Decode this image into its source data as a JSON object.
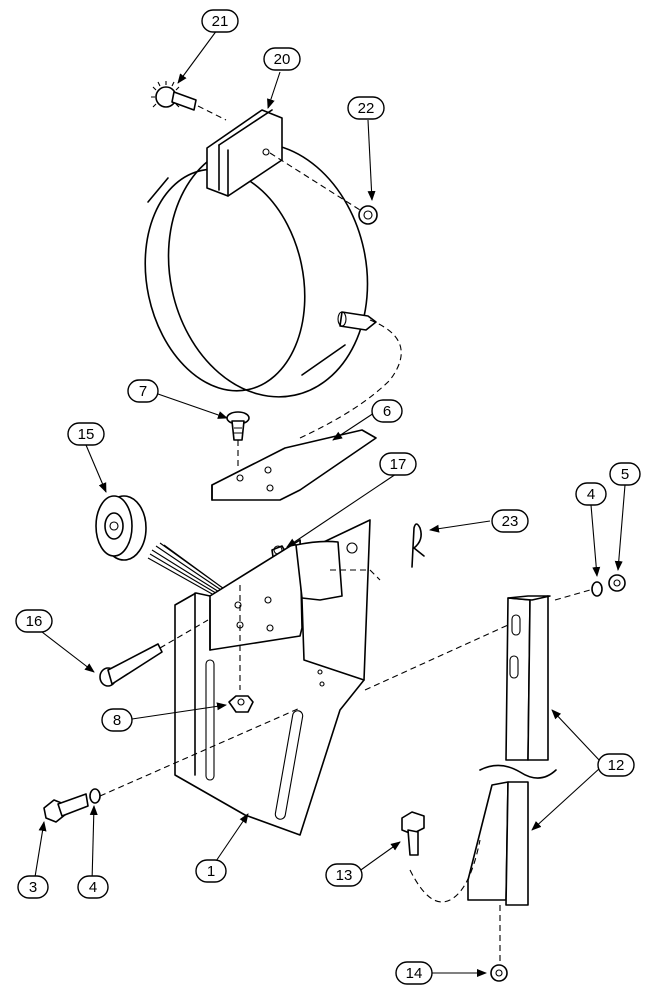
{
  "diagram": {
    "callouts": [
      {
        "id": "c21",
        "label": "21"
      },
      {
        "id": "c20",
        "label": "20"
      },
      {
        "id": "c22",
        "label": "22"
      },
      {
        "id": "c7",
        "label": "7"
      },
      {
        "id": "c6",
        "label": "6"
      },
      {
        "id": "c15",
        "label": "15"
      },
      {
        "id": "c17",
        "label": "17"
      },
      {
        "id": "c23",
        "label": "23"
      },
      {
        "id": "c4a",
        "label": "4"
      },
      {
        "id": "c5",
        "label": "5"
      },
      {
        "id": "c16",
        "label": "16"
      },
      {
        "id": "c8",
        "label": "8"
      },
      {
        "id": "c12",
        "label": "12"
      },
      {
        "id": "c3",
        "label": "3"
      },
      {
        "id": "c4b",
        "label": "4"
      },
      {
        "id": "c1",
        "label": "1"
      },
      {
        "id": "c13",
        "label": "13"
      },
      {
        "id": "c14",
        "label": "14"
      }
    ]
  }
}
